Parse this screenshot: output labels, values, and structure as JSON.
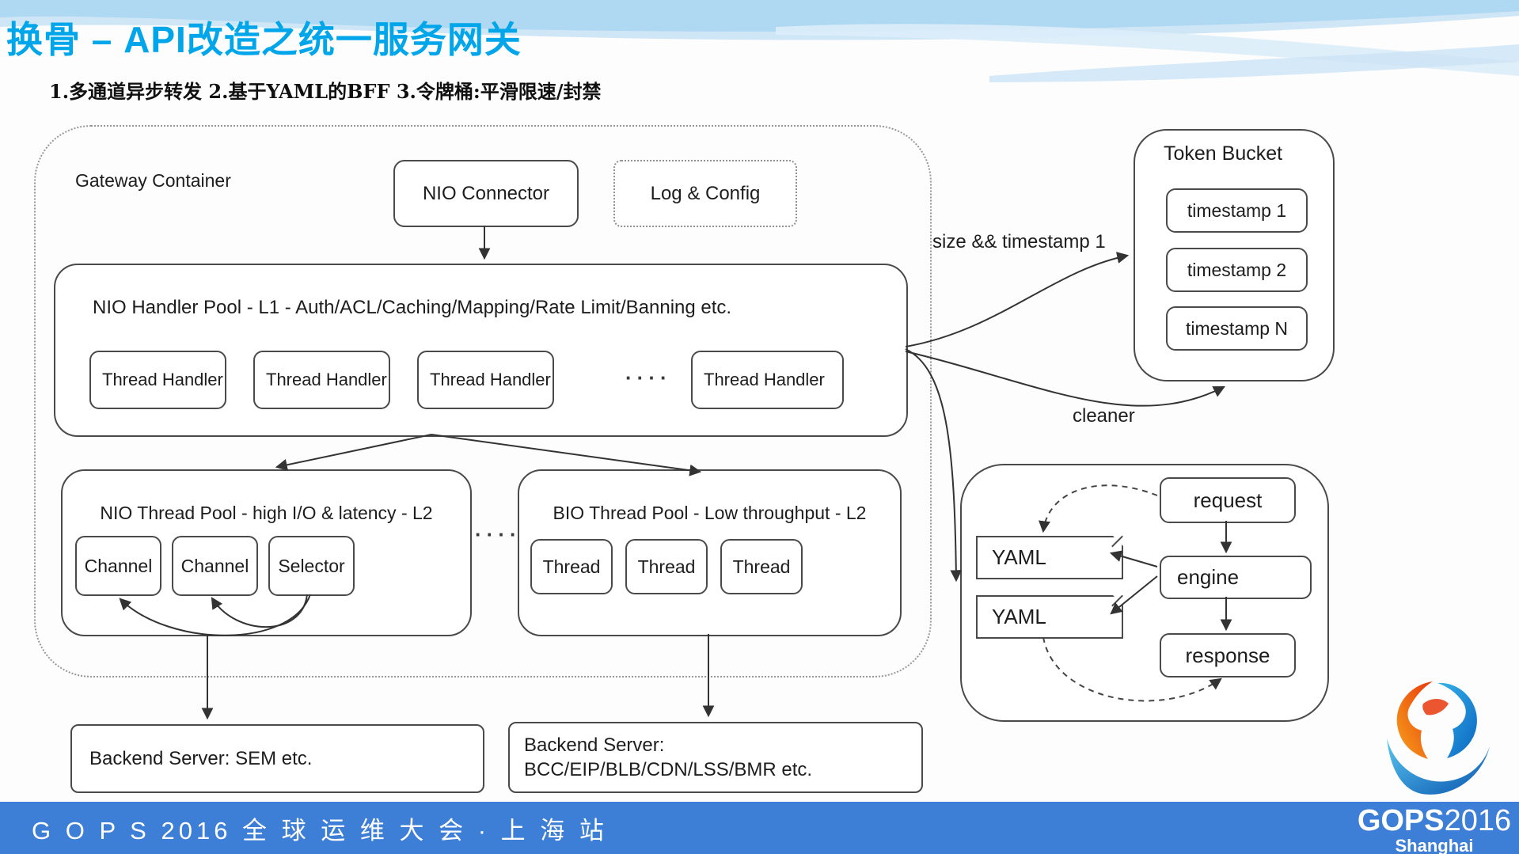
{
  "slide": {
    "title": "换骨 – API改造之统一服务网关",
    "subtitle": "1.多通道异步转发 2.基于YAML的BFF 3.令牌桶:平滑限速/封禁"
  },
  "diagram": {
    "gateway": {
      "label": "Gateway Container",
      "nio_connector": "NIO Connector",
      "log_config": "Log & Config",
      "handler_pool": {
        "label": "NIO Handler Pool - L1 - Auth/ACL/Caching/Mapping/Rate Limit/Banning etc.",
        "thread_handlers": [
          "Thread Handler",
          "Thread Handler",
          "Thread Handler",
          "Thread Handler"
        ],
        "ellipsis": "····"
      },
      "nio_pool": {
        "label": "NIO Thread Pool - high I/O & latency - L2",
        "items": [
          "Channel",
          "Channel",
          "Selector"
        ]
      },
      "bio_pool": {
        "label": "BIO Thread Pool - Low throughput - L2",
        "items": [
          "Thread",
          "Thread",
          "Thread"
        ]
      },
      "pools_ellipsis": "····"
    },
    "token_bucket": {
      "label": "Token Bucket",
      "items": [
        "timestamp 1",
        "timestamp 2",
        "timestamp N"
      ]
    },
    "edge_labels": {
      "size_timestamp": "size && timestamp 1",
      "cleaner": "cleaner"
    },
    "bff": {
      "yaml1": "YAML",
      "yaml2": "YAML",
      "request": "request",
      "engine": "engine",
      "response": "response"
    },
    "backends": {
      "sem": "Backend Server: SEM etc.",
      "bcc_line1": "Backend Server:",
      "bcc_line2": "BCC/EIP/BLB/CDN/LSS/BMR etc."
    }
  },
  "footer": {
    "text": "G O P S 2016 全 球 运 维 大 会 · 上 海 站",
    "logo_word": "GOPS",
    "logo_year": "2016",
    "logo_city": "Shanghai"
  },
  "colors": {
    "title_blue": "#00a6e9",
    "footer_bar_blue": "#3d7ed6",
    "diagram_stroke": "#4a4a4a",
    "logo_orange": "#f39517",
    "logo_red": "#e8380d",
    "logo_light_blue": "#36b3e8",
    "logo_dark_blue": "#0b65c2"
  }
}
